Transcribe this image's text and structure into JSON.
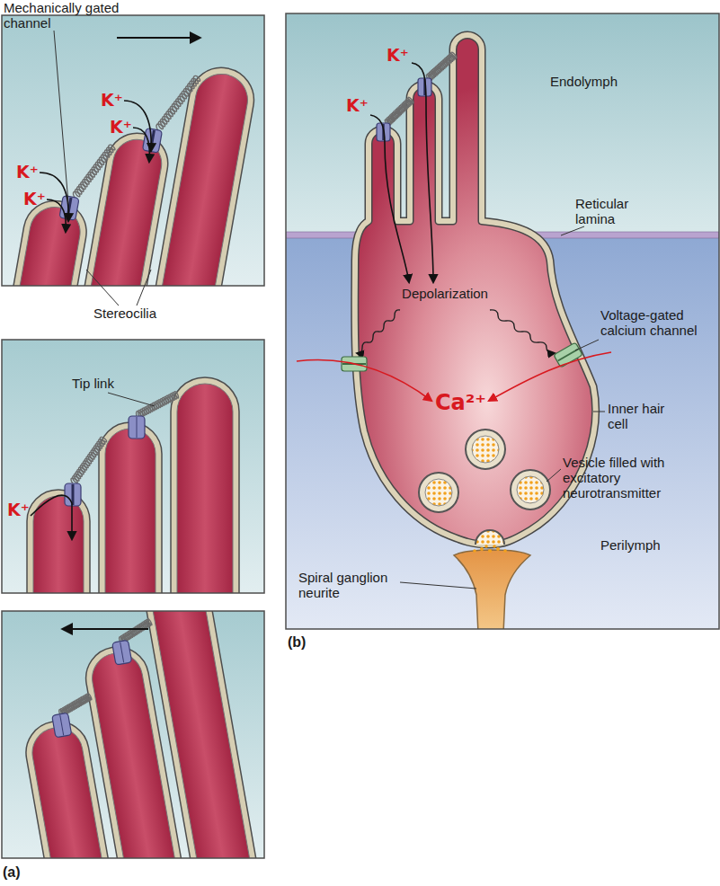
{
  "diagram": {
    "labels": [
      "Mechanically gated channel",
      "K⁺",
      "K⁺",
      "K⁺",
      "K⁺",
      "Stereocilia",
      "Tip link",
      "K⁺",
      "(a)",
      "K⁺",
      "K⁺",
      "Endolymph",
      "Reticular lamina",
      "Depolarization",
      "Voltage-gated calcium channel",
      "Ca²⁺",
      "Inner hair cell",
      "Vesicle filled with excitatory neurotransmitter",
      "Perilymph",
      "Spiral ganglion neurite",
      "(b)"
    ]
  }
}
